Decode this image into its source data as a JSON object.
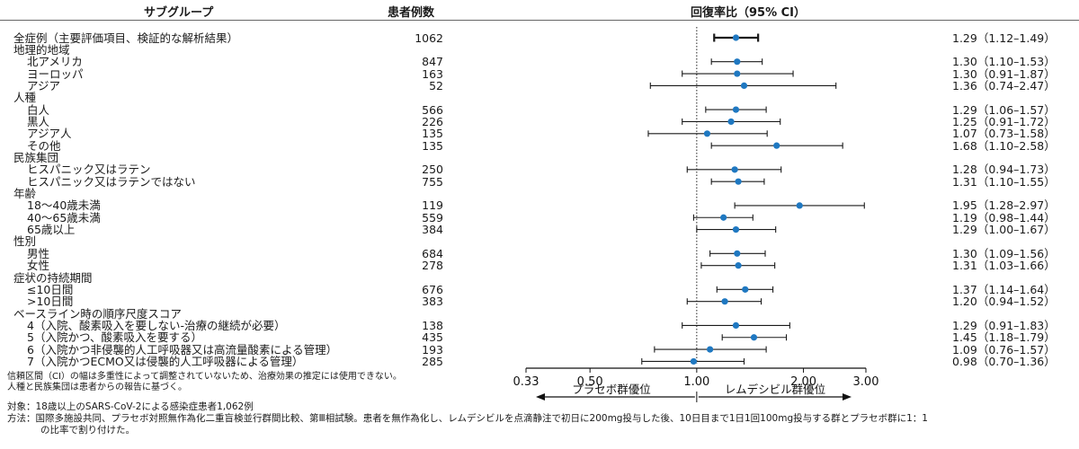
{
  "header": {
    "subgroup": "サブグループ",
    "patients": "患者例数",
    "ratio": "回復率比（95% CI）"
  },
  "chart_data": {
    "type": "forest",
    "xscale": "log",
    "reference": 1.0,
    "xticks": [
      0.33,
      0.5,
      1.0,
      2.0,
      3.0
    ],
    "xtick_labels": [
      "0.33",
      "0.50",
      "1.00",
      "2.00",
      "3.00"
    ],
    "rows": [
      {
        "label": "全症例（主要評価項目、検証的な解析結果）",
        "level": 0,
        "n": "1062",
        "est": 1.29,
        "lo": 1.12,
        "hi": 1.49,
        "text": "1.29（1.12–1.49）",
        "overall": true
      },
      {
        "label": "地理的地域",
        "level": 0,
        "header": true
      },
      {
        "label": "北アメリカ",
        "level": 1,
        "n": "847",
        "est": 1.3,
        "lo": 1.1,
        "hi": 1.53,
        "text": "1.30（1.10–1.53）"
      },
      {
        "label": "ヨーロッパ",
        "level": 1,
        "n": "163",
        "est": 1.3,
        "lo": 0.91,
        "hi": 1.87,
        "text": "1.30（0.91–1.87）"
      },
      {
        "label": "アジア",
        "level": 1,
        "n": "52",
        "est": 1.36,
        "lo": 0.74,
        "hi": 2.47,
        "text": "1.36（0.74–2.47）"
      },
      {
        "label": "人種",
        "level": 0,
        "header": true
      },
      {
        "label": "白人",
        "level": 1,
        "n": "566",
        "est": 1.29,
        "lo": 1.06,
        "hi": 1.57,
        "text": "1.29（1.06–1.57）"
      },
      {
        "label": "黒人",
        "level": 1,
        "n": "226",
        "est": 1.25,
        "lo": 0.91,
        "hi": 1.72,
        "text": "1.25（0.91–1.72）"
      },
      {
        "label": "アジア人",
        "level": 1,
        "n": "135",
        "est": 1.07,
        "lo": 0.73,
        "hi": 1.58,
        "text": "1.07（0.73–1.58）"
      },
      {
        "label": "その他",
        "level": 1,
        "n": "135",
        "est": 1.68,
        "lo": 1.1,
        "hi": 2.58,
        "text": "1.68（1.10–2.58）"
      },
      {
        "label": "民族集団",
        "level": 0,
        "header": true
      },
      {
        "label": "ヒスパニック又はラテン",
        "level": 1,
        "n": "250",
        "est": 1.28,
        "lo": 0.94,
        "hi": 1.73,
        "text": "1.28（0.94–1.73）"
      },
      {
        "label": "ヒスパニック又はラテンではない",
        "level": 1,
        "n": "755",
        "est": 1.31,
        "lo": 1.1,
        "hi": 1.55,
        "text": "1.31（1.10–1.55）"
      },
      {
        "label": "年齢",
        "level": 0,
        "header": true
      },
      {
        "label": "18～40歳未満",
        "level": 1,
        "n": "119",
        "est": 1.95,
        "lo": 1.28,
        "hi": 2.97,
        "text": "1.95（1.28–2.97）"
      },
      {
        "label": "40～65歳未満",
        "level": 1,
        "n": "559",
        "est": 1.19,
        "lo": 0.98,
        "hi": 1.44,
        "text": "1.19（0.98–1.44）"
      },
      {
        "label": "65歳以上",
        "level": 1,
        "n": "384",
        "est": 1.29,
        "lo": 1.0,
        "hi": 1.67,
        "text": "1.29（1.00–1.67）"
      },
      {
        "label": "性別",
        "level": 0,
        "header": true
      },
      {
        "label": "男性",
        "level": 1,
        "n": "684",
        "est": 1.3,
        "lo": 1.09,
        "hi": 1.56,
        "text": "1.30（1.09–1.56）"
      },
      {
        "label": "女性",
        "level": 1,
        "n": "278",
        "est": 1.31,
        "lo": 1.03,
        "hi": 1.66,
        "text": "1.31（1.03–1.66）"
      },
      {
        "label": "症状の持続期間",
        "level": 0,
        "header": true
      },
      {
        "label": "≤10日間",
        "level": 1,
        "n": "676",
        "est": 1.37,
        "lo": 1.14,
        "hi": 1.64,
        "text": "1.37（1.14–1.64）"
      },
      {
        "label": ">10日間",
        "level": 1,
        "n": "383",
        "est": 1.2,
        "lo": 0.94,
        "hi": 1.52,
        "text": "1.20（0.94–1.52）"
      },
      {
        "label": "ベースライン時の順序尺度スコア",
        "level": 0,
        "header": true
      },
      {
        "label": "4（入院、酸素吸入を要しない-治療の継続が必要）",
        "level": 1,
        "n": "138",
        "est": 1.29,
        "lo": 0.91,
        "hi": 1.83,
        "text": "1.29（0.91–1.83）"
      },
      {
        "label": "5（入院かつ、酸素吸入を要する）",
        "level": 1,
        "n": "435",
        "est": 1.45,
        "lo": 1.18,
        "hi": 1.79,
        "text": "1.45（1.18–1.79）"
      },
      {
        "label": "6（入院かつ非侵襲的人工呼吸器又は高流量酸素による管理）",
        "level": 1,
        "n": "193",
        "est": 1.09,
        "lo": 0.76,
        "hi": 1.57,
        "text": "1.09（0.76–1.57）"
      },
      {
        "label": "7（入院かつECMO又は侵襲的人工呼吸器による管理）",
        "level": 1,
        "n": "285",
        "est": 0.98,
        "lo": 0.7,
        "hi": 1.36,
        "text": "0.98（0.70–1.36）"
      }
    ],
    "favors_left": "プラセボ群優位",
    "favors_right": "レムデシビル群優位",
    "colors": {
      "point": "#1f78c1",
      "line": "#1a1a1a"
    }
  },
  "notes": {
    "line1": "信頼区間（CI）の幅は多重性によって調整されていないため、治療効果の推定には使用できない。",
    "line2": "人種と民族集団は患者からの報告に基づく。"
  },
  "footer": {
    "target": "対象：18歳以上のSARS-CoV-2による感染症患者1,062例",
    "method_line1": "方法：国際多施設共同、プラセボ対照無作為化二重盲検並行群間比較、第Ⅲ相試験。患者を無作為化し、レムデシビルを点滴静注で初日に200mg投与した後、10日目まで1日1回100mg投与する群とプラセボ群に1：1",
    "method_line2": "の比率で割り付けた。"
  }
}
